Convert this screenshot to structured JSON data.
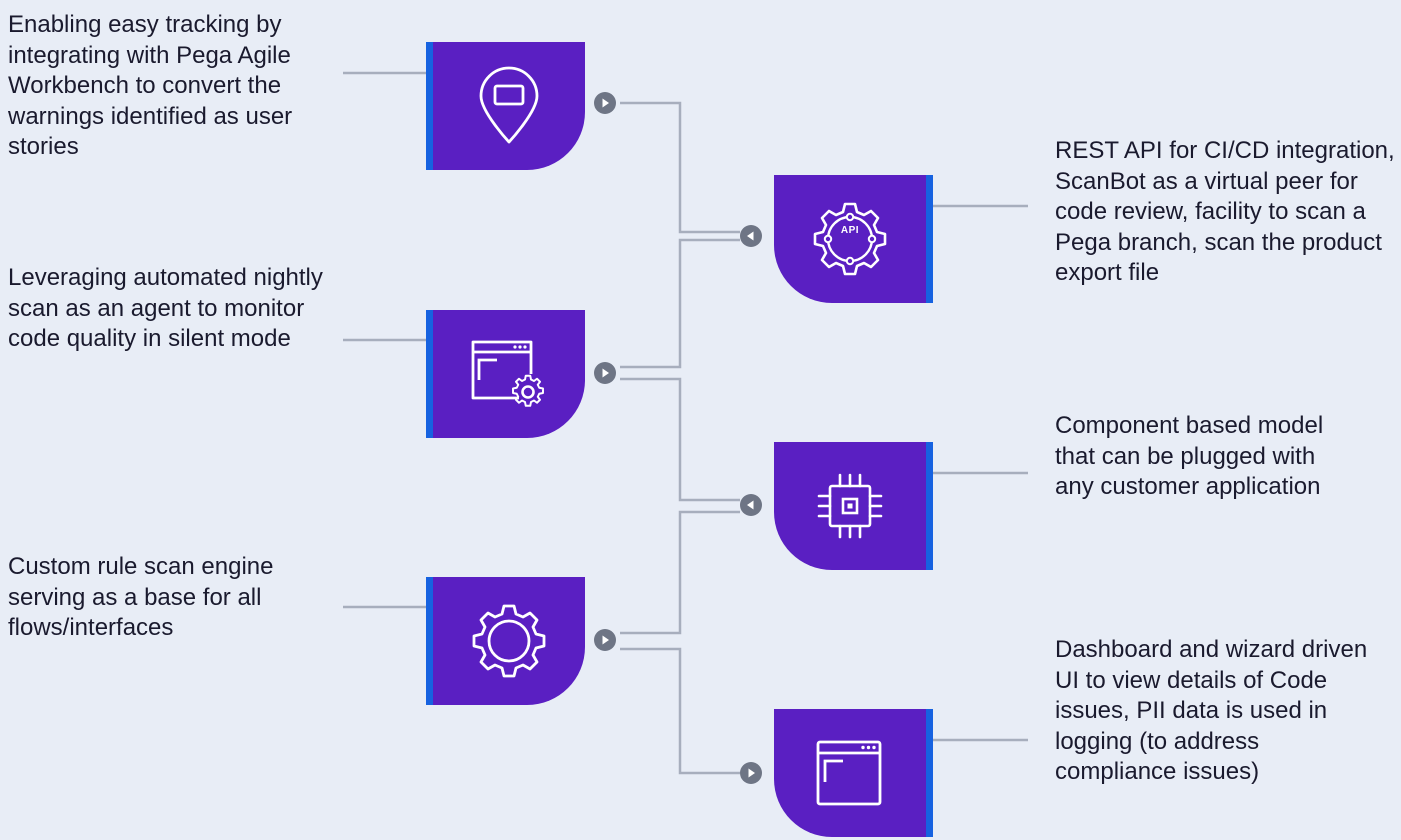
{
  "colors": {
    "card": "#5a1fc2",
    "accent_bar": "#1662e0",
    "line": "#a7aebd",
    "arrow": "#6e7585",
    "background": "#e8edf6"
  },
  "left_items": [
    {
      "icon": "location-pin-icon",
      "text": "Enabling easy tracking by integrating with Pega Agile Workbench to convert the warnings identified as user stories"
    },
    {
      "icon": "window-settings-icon",
      "text": "Leveraging automated nightly scan as an agent to monitor code quality in silent mode"
    },
    {
      "icon": "gear-icon",
      "text": "Custom rule scan engine serving as a base for all flows/interfaces"
    }
  ],
  "right_items": [
    {
      "icon": "api-gear-icon",
      "badge": "API",
      "text": "REST API for CI/CD integration, ScanBot as a virtual peer for code review, facility to scan a Pega branch, scan the product export file"
    },
    {
      "icon": "chip-icon",
      "text": "Component based model that can be plugged with any customer application"
    },
    {
      "icon": "browser-window-icon",
      "text": "Dashboard and wizard driven UI to view details of Code issues, PII data is used in logging (to address compliance issues)"
    }
  ]
}
